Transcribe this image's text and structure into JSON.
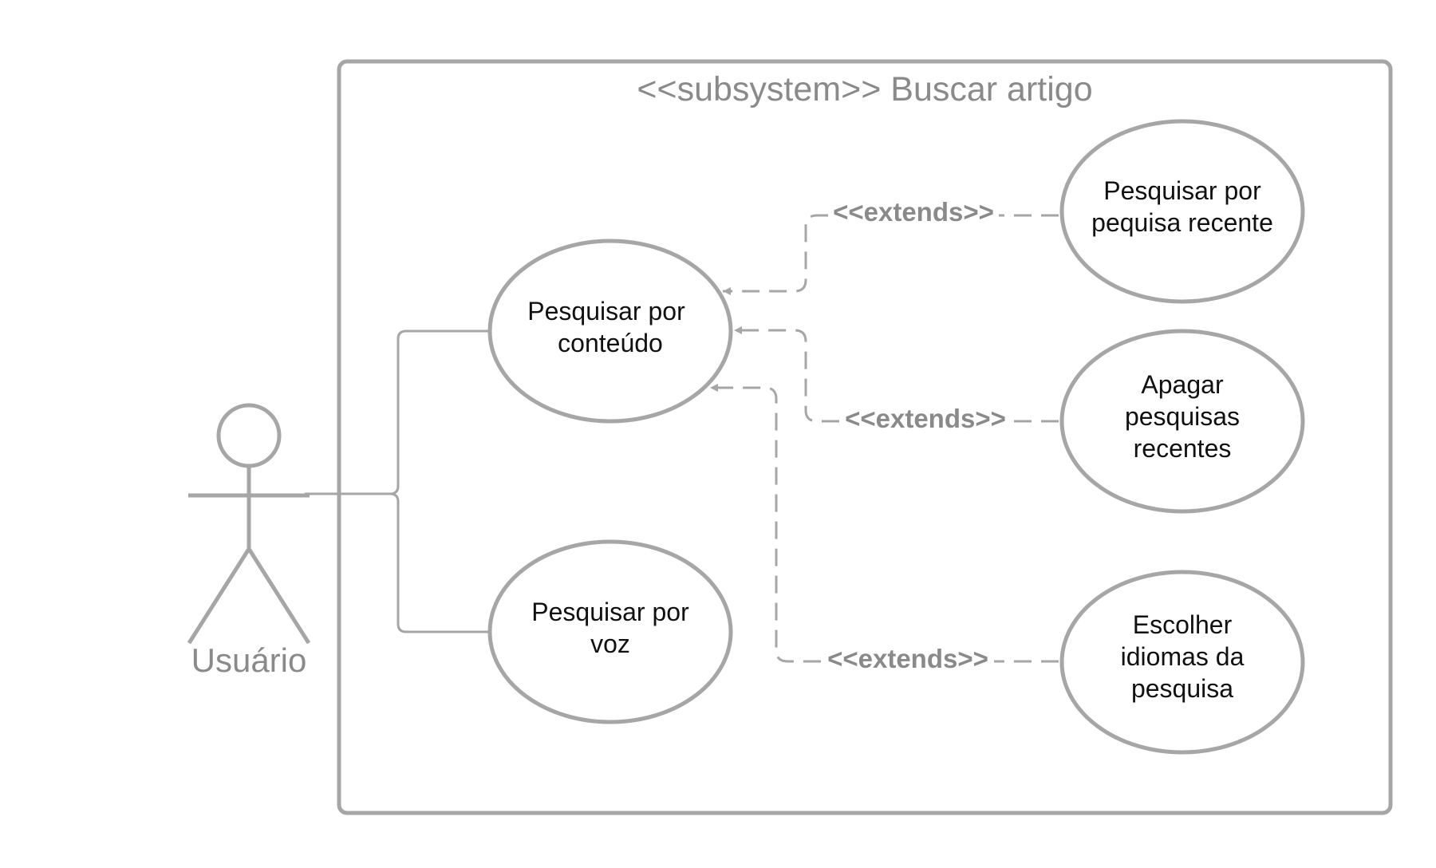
{
  "diagram": {
    "system": {
      "title": "<<subsystem>> Buscar artigo"
    },
    "actor": {
      "label": "Usuário"
    },
    "use_cases": [
      {
        "id": "uc-conteudo",
        "lines": [
          "Pesquisar por",
          "conteúdo"
        ]
      },
      {
        "id": "uc-voz",
        "lines": [
          "Pesquisar por",
          "voz"
        ]
      },
      {
        "id": "uc-recente",
        "lines": [
          "Pesquisar por",
          "pequisa recente"
        ]
      },
      {
        "id": "uc-apagar",
        "lines": [
          "Apagar",
          "pesquisas",
          "recentes"
        ]
      },
      {
        "id": "uc-idiomas",
        "lines": [
          "Escolher",
          "idiomas da",
          "pesquisa"
        ]
      }
    ],
    "relations": {
      "extends_1": "<<extends>>",
      "extends_2": "<<extends>>",
      "extends_3": "<<extends>>"
    },
    "colors": {
      "stroke": "#a6a6a6",
      "label_grey": "#8a8a8a",
      "text_dark": "#111111",
      "background": "#ffffff"
    }
  }
}
